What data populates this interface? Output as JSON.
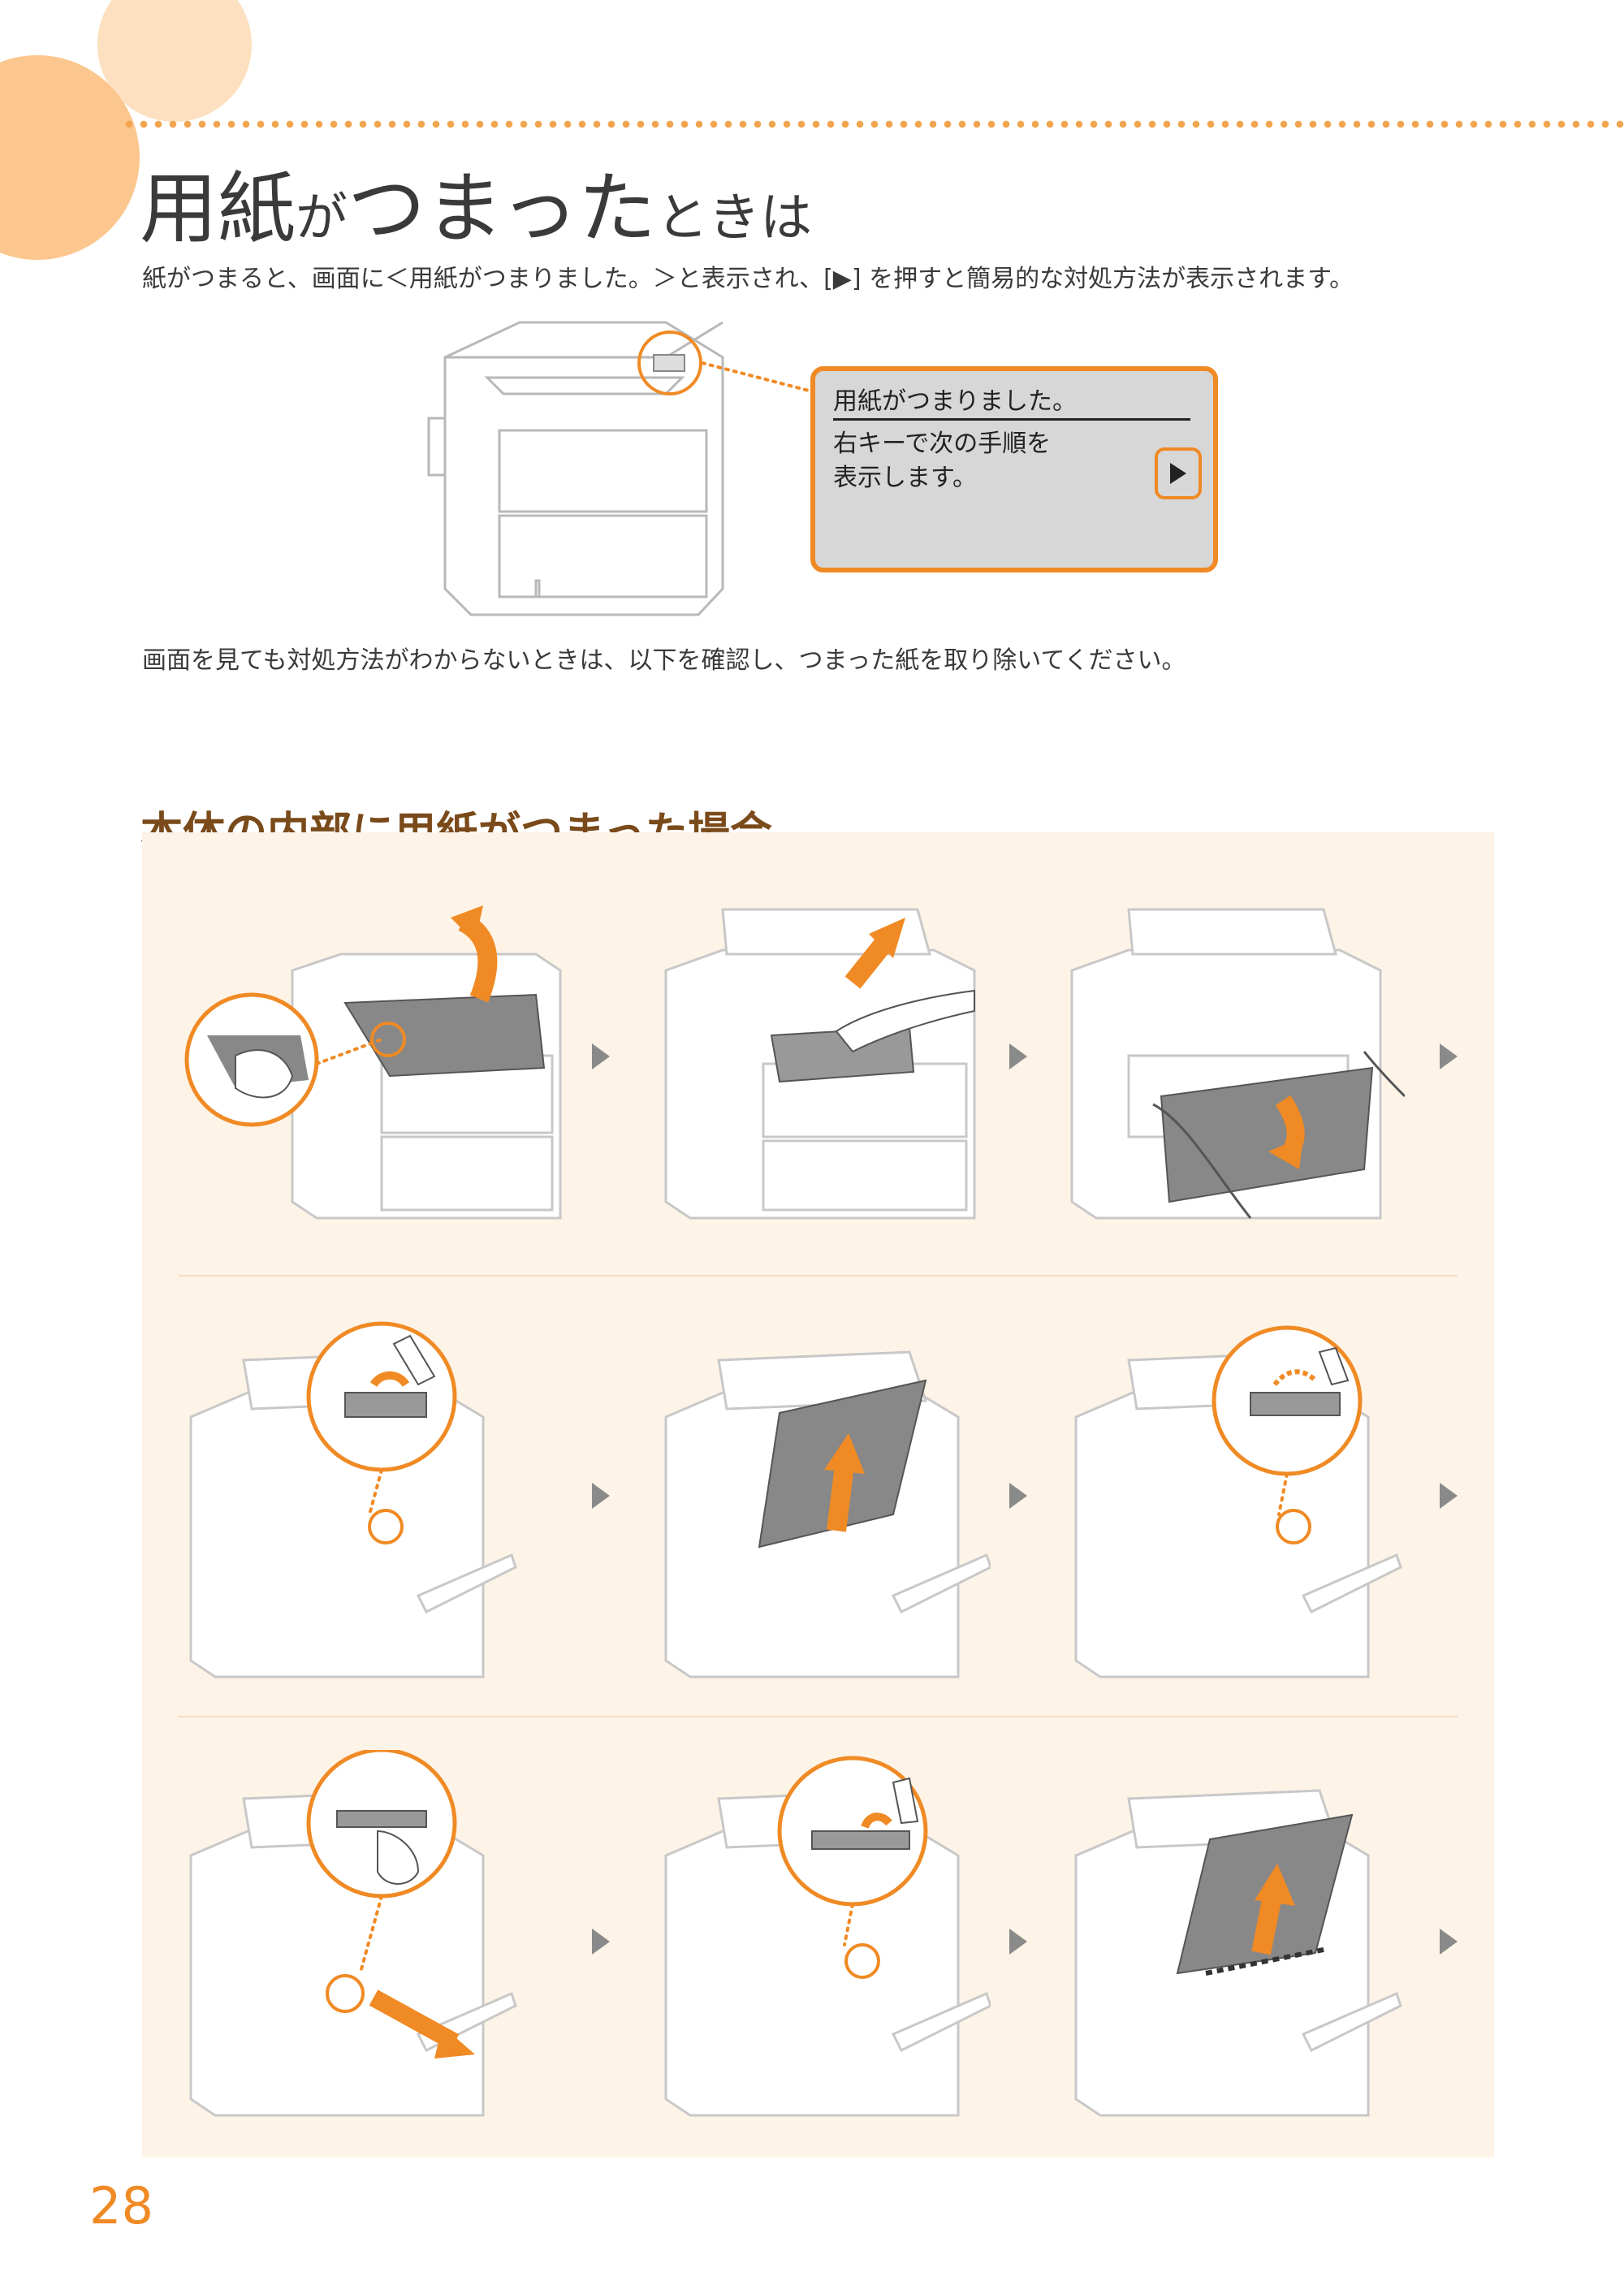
{
  "page": {
    "title_parts": [
      "用紙",
      "が",
      "つまった",
      "ときは"
    ],
    "intro": "紙がつまると、画面に＜用紙がつまりました。＞と表示され、[▶] を押すと簡易的な対処方法が表示されます。",
    "note": "画面を見ても対処方法がわからないときは、以下を確認し、つまった紙を取り除いてください。",
    "section_title": "本体の内部に用紙がつまった場合",
    "page_number": "28"
  },
  "lcd": {
    "line1": "用紙がつまりました。",
    "line2": "右キーで次の手順を",
    "line3": "表示します。",
    "button_icon": "right-triangle-icon"
  },
  "colors": {
    "accent": "#f08a24",
    "panel_bg": "#fef3e7",
    "lcd_bg": "#d7d7d7",
    "deco_circle_dark": "#fbc78e",
    "deco_circle_light": "#fde0bf"
  },
  "steps": [
    {
      "icon": "open-top-cover-icon"
    },
    {
      "icon": "remove-toner-cartridge-icon"
    },
    {
      "icon": "open-front-cover-icon"
    },
    {
      "icon": "lift-green-tab-icon"
    },
    {
      "icon": "pull-out-paper-icon"
    },
    {
      "icon": "close-green-tab-icon"
    },
    {
      "icon": "pull-transport-guide-icon"
    },
    {
      "icon": "lift-guide-icon"
    },
    {
      "icon": "pull-out-paper-icon"
    }
  ]
}
